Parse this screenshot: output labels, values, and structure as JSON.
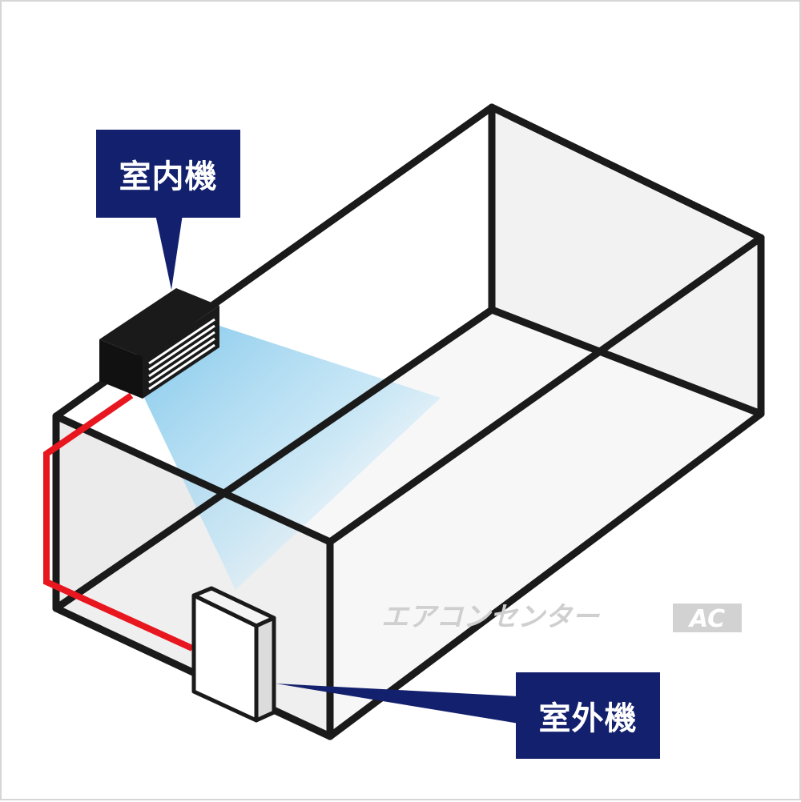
{
  "labels": {
    "indoor_unit": "室内機",
    "outdoor_unit": "室外機"
  },
  "watermark": {
    "text": "エアコンセンター",
    "logo": "AC"
  },
  "colors": {
    "label_background": "#13206d",
    "refrigerant_pipe": "#e8161f",
    "airflow": "#a9d8ee",
    "box_fill": "#e6e6e6",
    "box_outline": "#1a1a1a"
  }
}
